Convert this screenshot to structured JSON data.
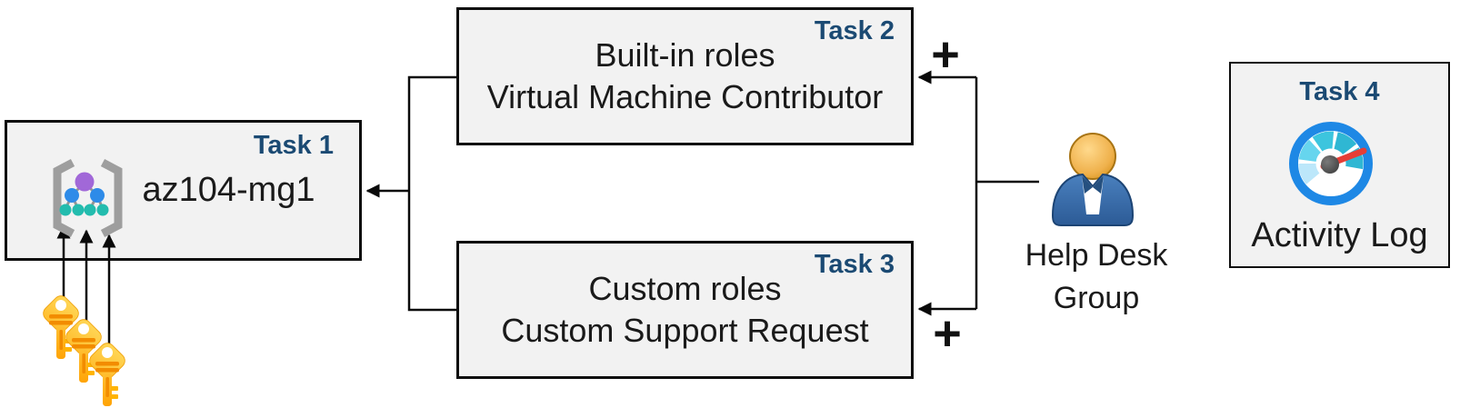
{
  "boxes": {
    "task1": {
      "label": "Task 1",
      "title": "az104-mg1"
    },
    "task2": {
      "label": "Task 2",
      "line1": "Built-in roles",
      "line2": "Virtual Machine Contributor"
    },
    "task3": {
      "label": "Task 3",
      "line1": "Custom roles",
      "line2": "Custom Support Request"
    },
    "task4": {
      "label": "Task 4",
      "caption": "Activity Log"
    }
  },
  "actor": {
    "line1": "Help Desk",
    "line2": "Group"
  },
  "symbols": {
    "plus_task2": "+",
    "plus_task3": "+"
  },
  "icons": [
    "management-group-icon",
    "key-icon",
    "user-icon",
    "activity-log-gauge-icon",
    "plus-icon",
    "arrowhead-icon"
  ],
  "colors": {
    "task_label_navy": "#1B4A73",
    "box_fill": "#F2F2F2",
    "box_border": "#0D0D0D",
    "connector_black": "#0A0A0A",
    "key_gold_light": "#FFDA5C",
    "key_gold_dark": "#FFA000",
    "key_stripe_orange": "#F28C00",
    "mg_purple": "#A168D8",
    "mg_blue": "#2E8BE8",
    "mg_teal": "#23BCAE",
    "mg_bracket_gray": "#9E9E9E",
    "user_body_blue": "#3A6EA5",
    "user_head_gold": "#E8A33D",
    "gauge_ring_blue": "#1E88E5",
    "gauge_needle_red": "#E63E36"
  }
}
